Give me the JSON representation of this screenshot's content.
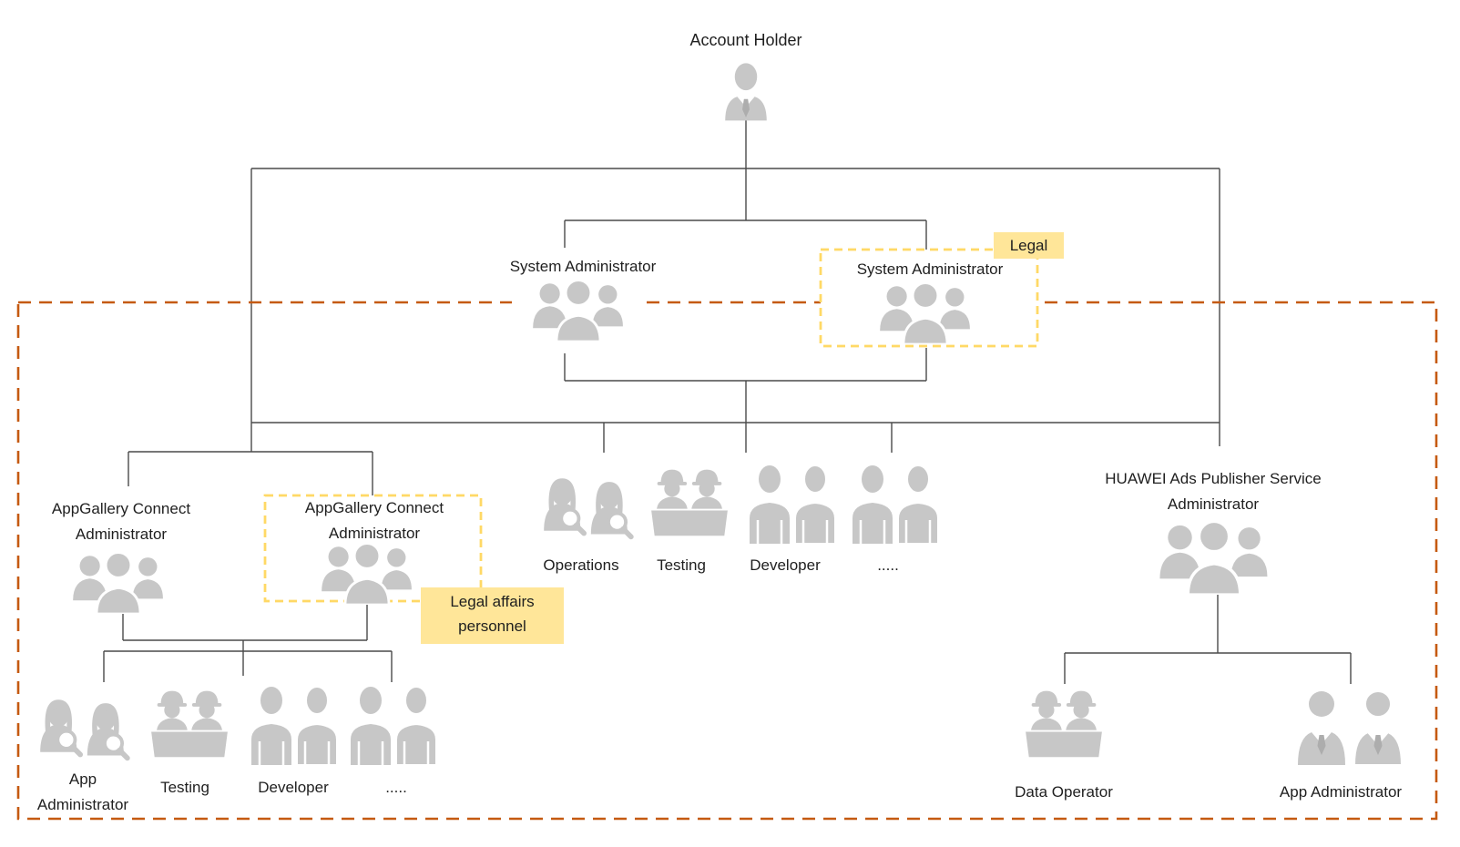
{
  "colors": {
    "boundary_orange": "#C55A11",
    "gold_border": "#FFD966",
    "gold_fill": "#FFE699",
    "icon_gray": "#C7C7C7",
    "line_color": "#4a4a4a",
    "text_color": "#1f1f1f"
  },
  "nodes": {
    "account_holder": {
      "label": "Account Holder",
      "icon": "person-icon"
    },
    "system_admin": {
      "label": "System Administrator",
      "icon": "team-of-three-icon"
    },
    "system_admin_legal": {
      "label": "System Administrator",
      "tag": "Legal",
      "icon": "team-of-three-icon"
    },
    "appgallery_admin": {
      "line1": "AppGallery Connect",
      "line2": "Administrator",
      "icon": "team-of-three-icon"
    },
    "appgallery_admin_legal": {
      "line1": "AppGallery Connect",
      "line2": "Administrator",
      "tag_line1": "Legal affairs",
      "tag_line2": "personnel",
      "icon": "team-of-three-icon"
    },
    "operations": {
      "label": "Operations",
      "icon": "magnifier-people-icon"
    },
    "testing_mid": {
      "label": "Testing",
      "icon": "helmet-desk-icon"
    },
    "developer_mid": {
      "label": "Developer",
      "icon": "people-pair-icon"
    },
    "more_mid": {
      "label": ".....",
      "icon": "people-pair-icon"
    },
    "huawei_ads_admin": {
      "line1": "HUAWEI Ads Publisher Service",
      "line2": "Administrator",
      "icon": "team-of-three-icon"
    },
    "app_admin_left": {
      "line1": "App",
      "line2": "Administrator",
      "icon": "magnifier-people-icon"
    },
    "testing_left": {
      "label": "Testing",
      "icon": "helmet-desk-icon"
    },
    "developer_left": {
      "label": "Developer",
      "icon": "people-pair-icon"
    },
    "more_left": {
      "label": ".....",
      "icon": "people-pair-icon"
    },
    "data_operator": {
      "label": "Data Operator",
      "icon": "helmet-desk-icon"
    },
    "app_admin_right": {
      "label": "App Administrator",
      "icon": "suit-pair-icon"
    }
  }
}
